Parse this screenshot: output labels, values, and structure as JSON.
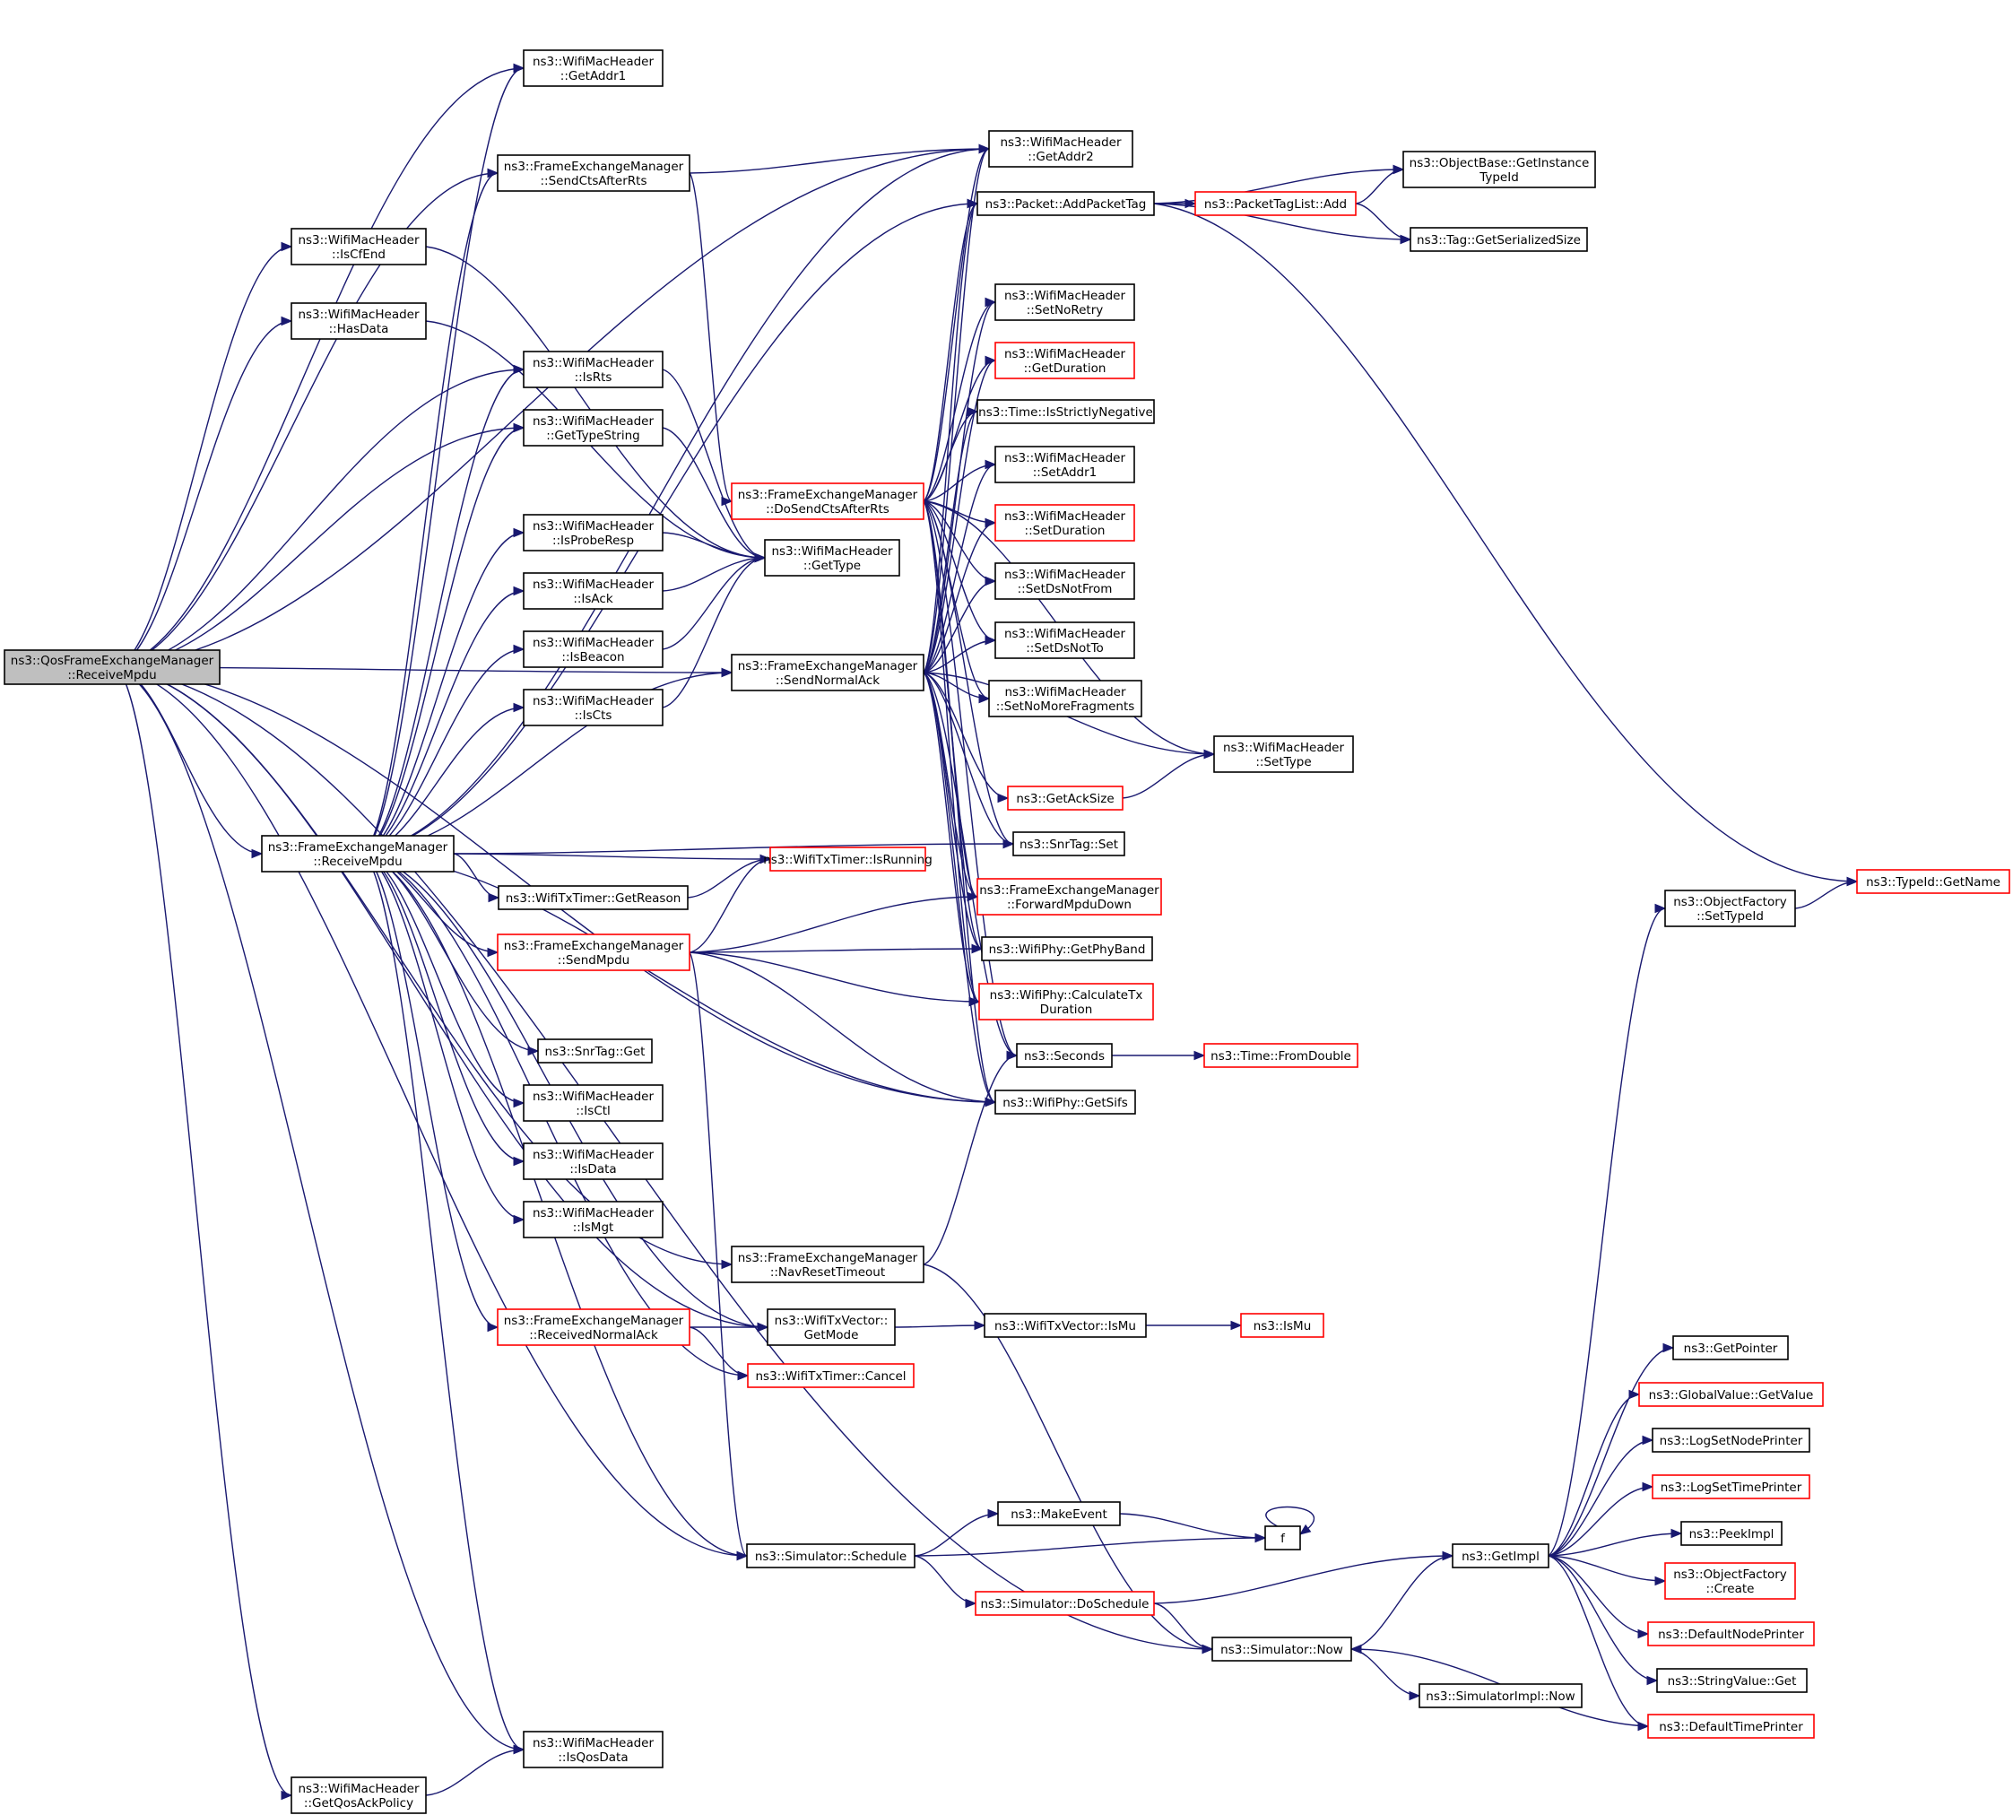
{
  "diagram": {
    "nodes": [
      {
        "id": "root",
        "lines": [
          "ns3::QosFrameExchangeManager",
          "::ReceiveMpdu"
        ],
        "red": false,
        "root": true
      },
      {
        "id": "getAddr1",
        "lines": [
          "ns3::WifiMacHeader",
          "::GetAddr1"
        ],
        "red": false
      },
      {
        "id": "getAddr2",
        "lines": [
          "ns3::WifiMacHeader",
          "::GetAddr2"
        ],
        "red": false
      },
      {
        "id": "sendCtsAfterRts",
        "lines": [
          "ns3::FrameExchangeManager",
          "::SendCtsAfterRts"
        ],
        "red": false
      },
      {
        "id": "isCfEnd",
        "lines": [
          "ns3::WifiMacHeader",
          "::IsCfEnd"
        ],
        "red": false
      },
      {
        "id": "hasData",
        "lines": [
          "ns3::WifiMacHeader",
          "::HasData"
        ],
        "red": false
      },
      {
        "id": "isRts",
        "lines": [
          "ns3::WifiMacHeader",
          "::IsRts"
        ],
        "red": false
      },
      {
        "id": "getTypeString",
        "lines": [
          "ns3::WifiMacHeader",
          "::GetTypeString"
        ],
        "red": false
      },
      {
        "id": "isProbeResp",
        "lines": [
          "ns3::WifiMacHeader",
          "::IsProbeResp"
        ],
        "red": false
      },
      {
        "id": "isAck",
        "lines": [
          "ns3::WifiMacHeader",
          "::IsAck"
        ],
        "red": false
      },
      {
        "id": "isBeacon",
        "lines": [
          "ns3::WifiMacHeader",
          "::IsBeacon"
        ],
        "red": false
      },
      {
        "id": "isCts",
        "lines": [
          "ns3::WifiMacHeader",
          "::IsCts"
        ],
        "red": false
      },
      {
        "id": "getType",
        "lines": [
          "ns3::WifiMacHeader",
          "::GetType"
        ],
        "red": false
      },
      {
        "id": "doSendCts",
        "lines": [
          "ns3::FrameExchangeManager",
          "::DoSendCtsAfterRts"
        ],
        "red": true
      },
      {
        "id": "sendNormalAck",
        "lines": [
          "ns3::FrameExchangeManager",
          "::SendNormalAck"
        ],
        "red": false
      },
      {
        "id": "fem_receiveMpdu",
        "lines": [
          "ns3::FrameExchangeManager",
          "::ReceiveMpdu"
        ],
        "red": false
      },
      {
        "id": "addPacketTag",
        "lines": [
          "ns3::Packet::AddPacketTag"
        ],
        "red": false
      },
      {
        "id": "packetTagListAdd",
        "lines": [
          "ns3::PacketTagList::Add"
        ],
        "red": true
      },
      {
        "id": "getInstanceTypeId",
        "lines": [
          "ns3::ObjectBase::GetInstance",
          "TypeId"
        ],
        "red": false
      },
      {
        "id": "getSerializedSize",
        "lines": [
          "ns3::Tag::GetSerializedSize"
        ],
        "red": false
      },
      {
        "id": "setNoRetry",
        "lines": [
          "ns3::WifiMacHeader",
          "::SetNoRetry"
        ],
        "red": false
      },
      {
        "id": "getDuration",
        "lines": [
          "ns3::WifiMacHeader",
          "::GetDuration"
        ],
        "red": true
      },
      {
        "id": "isStrictlyNeg",
        "lines": [
          "ns3::Time::IsStrictlyNegative"
        ],
        "red": false
      },
      {
        "id": "setAddr1",
        "lines": [
          "ns3::WifiMacHeader",
          "::SetAddr1"
        ],
        "red": false
      },
      {
        "id": "setDuration",
        "lines": [
          "ns3::WifiMacHeader",
          "::SetDuration"
        ],
        "red": true
      },
      {
        "id": "setDsNotFrom",
        "lines": [
          "ns3::WifiMacHeader",
          "::SetDsNotFrom"
        ],
        "red": false
      },
      {
        "id": "setDsNotTo",
        "lines": [
          "ns3::WifiMacHeader",
          "::SetDsNotTo"
        ],
        "red": false
      },
      {
        "id": "setNoMoreFrag",
        "lines": [
          "ns3::WifiMacHeader",
          "::SetNoMoreFragments"
        ],
        "red": false
      },
      {
        "id": "setType",
        "lines": [
          "ns3::WifiMacHeader",
          "::SetType"
        ],
        "red": false
      },
      {
        "id": "getAckSize",
        "lines": [
          "ns3::GetAckSize"
        ],
        "red": true
      },
      {
        "id": "snrTagSet",
        "lines": [
          "ns3::SnrTag::Set"
        ],
        "red": false
      },
      {
        "id": "forwardMpduDown",
        "lines": [
          "ns3::FrameExchangeManager",
          "::ForwardMpduDown"
        ],
        "red": true
      },
      {
        "id": "getPhyBand",
        "lines": [
          "ns3::WifiPhy::GetPhyBand"
        ],
        "red": false
      },
      {
        "id": "calcTxDuration",
        "lines": [
          "ns3::WifiPhy::CalculateTx",
          "Duration"
        ],
        "red": true
      },
      {
        "id": "seconds",
        "lines": [
          "ns3::Seconds"
        ],
        "red": false
      },
      {
        "id": "fromDouble",
        "lines": [
          "ns3::Time::FromDouble"
        ],
        "red": true
      },
      {
        "id": "getSifs",
        "lines": [
          "ns3::WifiPhy::GetSifs"
        ],
        "red": false
      },
      {
        "id": "typeIdGetName",
        "lines": [
          "ns3::TypeId::GetName"
        ],
        "red": true
      },
      {
        "id": "objFactorySetTypeId",
        "lines": [
          "ns3::ObjectFactory",
          "::SetTypeId"
        ],
        "red": false
      },
      {
        "id": "isRunning",
        "lines": [
          "ns3::WifiTxTimer::IsRunning"
        ],
        "red": true
      },
      {
        "id": "getReason",
        "lines": [
          "ns3::WifiTxTimer::GetReason"
        ],
        "red": false
      },
      {
        "id": "sendMpdu",
        "lines": [
          "ns3::FrameExchangeManager",
          "::SendMpdu"
        ],
        "red": true
      },
      {
        "id": "snrTagGet",
        "lines": [
          "ns3::SnrTag::Get"
        ],
        "red": false
      },
      {
        "id": "isCtl",
        "lines": [
          "ns3::WifiMacHeader",
          "::IsCtl"
        ],
        "red": false
      },
      {
        "id": "isData",
        "lines": [
          "ns3::WifiMacHeader",
          "::IsData"
        ],
        "red": false
      },
      {
        "id": "isMgt",
        "lines": [
          "ns3::WifiMacHeader",
          "::IsMgt"
        ],
        "red": false
      },
      {
        "id": "navReset",
        "lines": [
          "ns3::FrameExchangeManager",
          "::NavResetTimeout"
        ],
        "red": false
      },
      {
        "id": "receivedNormalAck",
        "lines": [
          "ns3::FrameExchangeManager",
          "::ReceivedNormalAck"
        ],
        "red": true
      },
      {
        "id": "getMode",
        "lines": [
          "ns3::WifiTxVector::",
          "GetMode"
        ],
        "red": false
      },
      {
        "id": "txVecIsMu",
        "lines": [
          "ns3::WifiTxVector::IsMu"
        ],
        "red": false
      },
      {
        "id": "isMu",
        "lines": [
          "ns3::IsMu"
        ],
        "red": true
      },
      {
        "id": "cancel",
        "lines": [
          "ns3::WifiTxTimer::Cancel"
        ],
        "red": true
      },
      {
        "id": "makeEvent",
        "lines": [
          "ns3::MakeEvent"
        ],
        "red": false
      },
      {
        "id": "f",
        "lines": [
          "f"
        ],
        "red": false
      },
      {
        "id": "schedule",
        "lines": [
          "ns3::Simulator::Schedule"
        ],
        "red": false
      },
      {
        "id": "doSchedule",
        "lines": [
          "ns3::Simulator::DoSchedule"
        ],
        "red": true
      },
      {
        "id": "getImpl",
        "lines": [
          "ns3::GetImpl"
        ],
        "red": false
      },
      {
        "id": "simNow",
        "lines": [
          "ns3::Simulator::Now"
        ],
        "red": false
      },
      {
        "id": "simImplNow",
        "lines": [
          "ns3::SimulatorImpl::Now"
        ],
        "red": false
      },
      {
        "id": "isQosData",
        "lines": [
          "ns3::WifiMacHeader",
          "::IsQosData"
        ],
        "red": false
      },
      {
        "id": "getQosAckPolicy",
        "lines": [
          "ns3::WifiMacHeader",
          "::GetQosAckPolicy"
        ],
        "red": false
      },
      {
        "id": "getPointer",
        "lines": [
          "ns3::GetPointer"
        ],
        "red": false
      },
      {
        "id": "globalGetValue",
        "lines": [
          "ns3::GlobalValue::GetValue"
        ],
        "red": true
      },
      {
        "id": "logSetNodePrinter",
        "lines": [
          "ns3::LogSetNodePrinter"
        ],
        "red": false
      },
      {
        "id": "logSetTimePrinter",
        "lines": [
          "ns3::LogSetTimePrinter"
        ],
        "red": true
      },
      {
        "id": "peekImpl",
        "lines": [
          "ns3::PeekImpl"
        ],
        "red": false
      },
      {
        "id": "objFactoryCreate",
        "lines": [
          "ns3::ObjectFactory",
          "::Create"
        ],
        "red": true
      },
      {
        "id": "defaultNodePrinter",
        "lines": [
          "ns3::DefaultNodePrinter"
        ],
        "red": true
      },
      {
        "id": "stringValueGet",
        "lines": [
          "ns3::StringValue::Get"
        ],
        "red": false
      },
      {
        "id": "defaultTimePrinter",
        "lines": [
          "ns3::DefaultTimePrinter"
        ],
        "red": true
      }
    ],
    "edges": [
      [
        "root",
        "getAddr1"
      ],
      [
        "root",
        "getAddr2"
      ],
      [
        "root",
        "sendCtsAfterRts"
      ],
      [
        "root",
        "isCfEnd"
      ],
      [
        "root",
        "hasData"
      ],
      [
        "root",
        "isRts"
      ],
      [
        "root",
        "getTypeString"
      ],
      [
        "root",
        "sendNormalAck"
      ],
      [
        "root",
        "fem_receiveMpdu"
      ],
      [
        "root",
        "navReset"
      ],
      [
        "root",
        "getMode"
      ],
      [
        "root",
        "getSifs"
      ],
      [
        "root",
        "schedule"
      ],
      [
        "root",
        "simNow"
      ],
      [
        "root",
        "isQosData"
      ],
      [
        "root",
        "getQosAckPolicy"
      ],
      [
        "sendCtsAfterRts",
        "getAddr2"
      ],
      [
        "sendCtsAfterRts",
        "doSendCts"
      ],
      [
        "isCfEnd",
        "getType"
      ],
      [
        "hasData",
        "getType"
      ],
      [
        "isRts",
        "getType"
      ],
      [
        "getTypeString",
        "getType"
      ],
      [
        "isProbeResp",
        "getType"
      ],
      [
        "isAck",
        "getType"
      ],
      [
        "isBeacon",
        "getType"
      ],
      [
        "isCts",
        "getType"
      ],
      [
        "fem_receiveMpdu",
        "getAddr1"
      ],
      [
        "fem_receiveMpdu",
        "getAddr2"
      ],
      [
        "fem_receiveMpdu",
        "sendCtsAfterRts"
      ],
      [
        "fem_receiveMpdu",
        "isRts"
      ],
      [
        "fem_receiveMpdu",
        "getTypeString"
      ],
      [
        "fem_receiveMpdu",
        "isProbeResp"
      ],
      [
        "fem_receiveMpdu",
        "isAck"
      ],
      [
        "fem_receiveMpdu",
        "isBeacon"
      ],
      [
        "fem_receiveMpdu",
        "isCts"
      ],
      [
        "fem_receiveMpdu",
        "addPacketTag"
      ],
      [
        "fem_receiveMpdu",
        "sendNormalAck"
      ],
      [
        "fem_receiveMpdu",
        "snrTagSet"
      ],
      [
        "fem_receiveMpdu",
        "isRunning"
      ],
      [
        "fem_receiveMpdu",
        "getReason"
      ],
      [
        "fem_receiveMpdu",
        "sendMpdu"
      ],
      [
        "fem_receiveMpdu",
        "snrTagGet"
      ],
      [
        "fem_receiveMpdu",
        "isCtl"
      ],
      [
        "fem_receiveMpdu",
        "isData"
      ],
      [
        "fem_receiveMpdu",
        "isMgt"
      ],
      [
        "fem_receiveMpdu",
        "receivedNormalAck"
      ],
      [
        "fem_receiveMpdu",
        "getMode"
      ],
      [
        "fem_receiveMpdu",
        "cancel"
      ],
      [
        "fem_receiveMpdu",
        "getSifs"
      ],
      [
        "fem_receiveMpdu",
        "schedule"
      ],
      [
        "fem_receiveMpdu",
        "isQosData"
      ],
      [
        "doSendCts",
        "getAddr2"
      ],
      [
        "doSendCts",
        "addPacketTag"
      ],
      [
        "doSendCts",
        "setNoRetry"
      ],
      [
        "doSendCts",
        "getDuration"
      ],
      [
        "doSendCts",
        "isStrictlyNeg"
      ],
      [
        "doSendCts",
        "setAddr1"
      ],
      [
        "doSendCts",
        "setDuration"
      ],
      [
        "doSendCts",
        "setDsNotFrom"
      ],
      [
        "doSendCts",
        "setDsNotTo"
      ],
      [
        "doSendCts",
        "setNoMoreFrag"
      ],
      [
        "doSendCts",
        "setType"
      ],
      [
        "doSendCts",
        "snrTagSet"
      ],
      [
        "doSendCts",
        "forwardMpduDown"
      ],
      [
        "doSendCts",
        "getPhyBand"
      ],
      [
        "doSendCts",
        "calcTxDuration"
      ],
      [
        "doSendCts",
        "seconds"
      ],
      [
        "doSendCts",
        "getSifs"
      ],
      [
        "sendNormalAck",
        "getAddr2"
      ],
      [
        "sendNormalAck",
        "addPacketTag"
      ],
      [
        "sendNormalAck",
        "setNoRetry"
      ],
      [
        "sendNormalAck",
        "getDuration"
      ],
      [
        "sendNormalAck",
        "isStrictlyNeg"
      ],
      [
        "sendNormalAck",
        "setAddr1"
      ],
      [
        "sendNormalAck",
        "setDuration"
      ],
      [
        "sendNormalAck",
        "setDsNotFrom"
      ],
      [
        "sendNormalAck",
        "setDsNotTo"
      ],
      [
        "sendNormalAck",
        "setNoMoreFrag"
      ],
      [
        "sendNormalAck",
        "setType"
      ],
      [
        "sendNormalAck",
        "getAckSize"
      ],
      [
        "sendNormalAck",
        "snrTagSet"
      ],
      [
        "sendNormalAck",
        "forwardMpduDown"
      ],
      [
        "sendNormalAck",
        "getPhyBand"
      ],
      [
        "sendNormalAck",
        "calcTxDuration"
      ],
      [
        "sendNormalAck",
        "seconds"
      ],
      [
        "sendNormalAck",
        "getSifs"
      ],
      [
        "addPacketTag",
        "packetTagListAdd"
      ],
      [
        "addPacketTag",
        "getInstanceTypeId"
      ],
      [
        "addPacketTag",
        "getSerializedSize"
      ],
      [
        "addPacketTag",
        "typeIdGetName"
      ],
      [
        "packetTagListAdd",
        "getInstanceTypeId"
      ],
      [
        "packetTagListAdd",
        "getSerializedSize"
      ],
      [
        "getAckSize",
        "setType"
      ],
      [
        "seconds",
        "fromDouble"
      ],
      [
        "objFactorySetTypeId",
        "typeIdGetName"
      ],
      [
        "getReason",
        "isRunning"
      ],
      [
        "sendMpdu",
        "isRunning"
      ],
      [
        "sendMpdu",
        "forwardMpduDown"
      ],
      [
        "sendMpdu",
        "getPhyBand"
      ],
      [
        "sendMpdu",
        "calcTxDuration"
      ],
      [
        "sendMpdu",
        "getSifs"
      ],
      [
        "sendMpdu",
        "schedule"
      ],
      [
        "navReset",
        "seconds"
      ],
      [
        "navReset",
        "simNow"
      ],
      [
        "receivedNormalAck",
        "getMode"
      ],
      [
        "receivedNormalAck",
        "cancel"
      ],
      [
        "getMode",
        "txVecIsMu"
      ],
      [
        "txVecIsMu",
        "isMu"
      ],
      [
        "schedule",
        "makeEvent"
      ],
      [
        "schedule",
        "f"
      ],
      [
        "schedule",
        "doSchedule"
      ],
      [
        "makeEvent",
        "f"
      ],
      [
        "f",
        "f"
      ],
      [
        "doSchedule",
        "getImpl"
      ],
      [
        "doSchedule",
        "simNow"
      ],
      [
        "simNow",
        "getImpl"
      ],
      [
        "simNow",
        "simImplNow"
      ],
      [
        "getImpl",
        "objFactorySetTypeId"
      ],
      [
        "getImpl",
        "getPointer"
      ],
      [
        "getImpl",
        "globalGetValue"
      ],
      [
        "getImpl",
        "logSetNodePrinter"
      ],
      [
        "getImpl",
        "logSetTimePrinter"
      ],
      [
        "getImpl",
        "peekImpl"
      ],
      [
        "getImpl",
        "objFactoryCreate"
      ],
      [
        "getImpl",
        "defaultNodePrinter"
      ],
      [
        "getImpl",
        "stringValueGet"
      ],
      [
        "getImpl",
        "defaultTimePrinter"
      ],
      [
        "defaultTimePrinter",
        "simNow"
      ],
      [
        "getQosAckPolicy",
        "isQosData"
      ]
    ]
  }
}
